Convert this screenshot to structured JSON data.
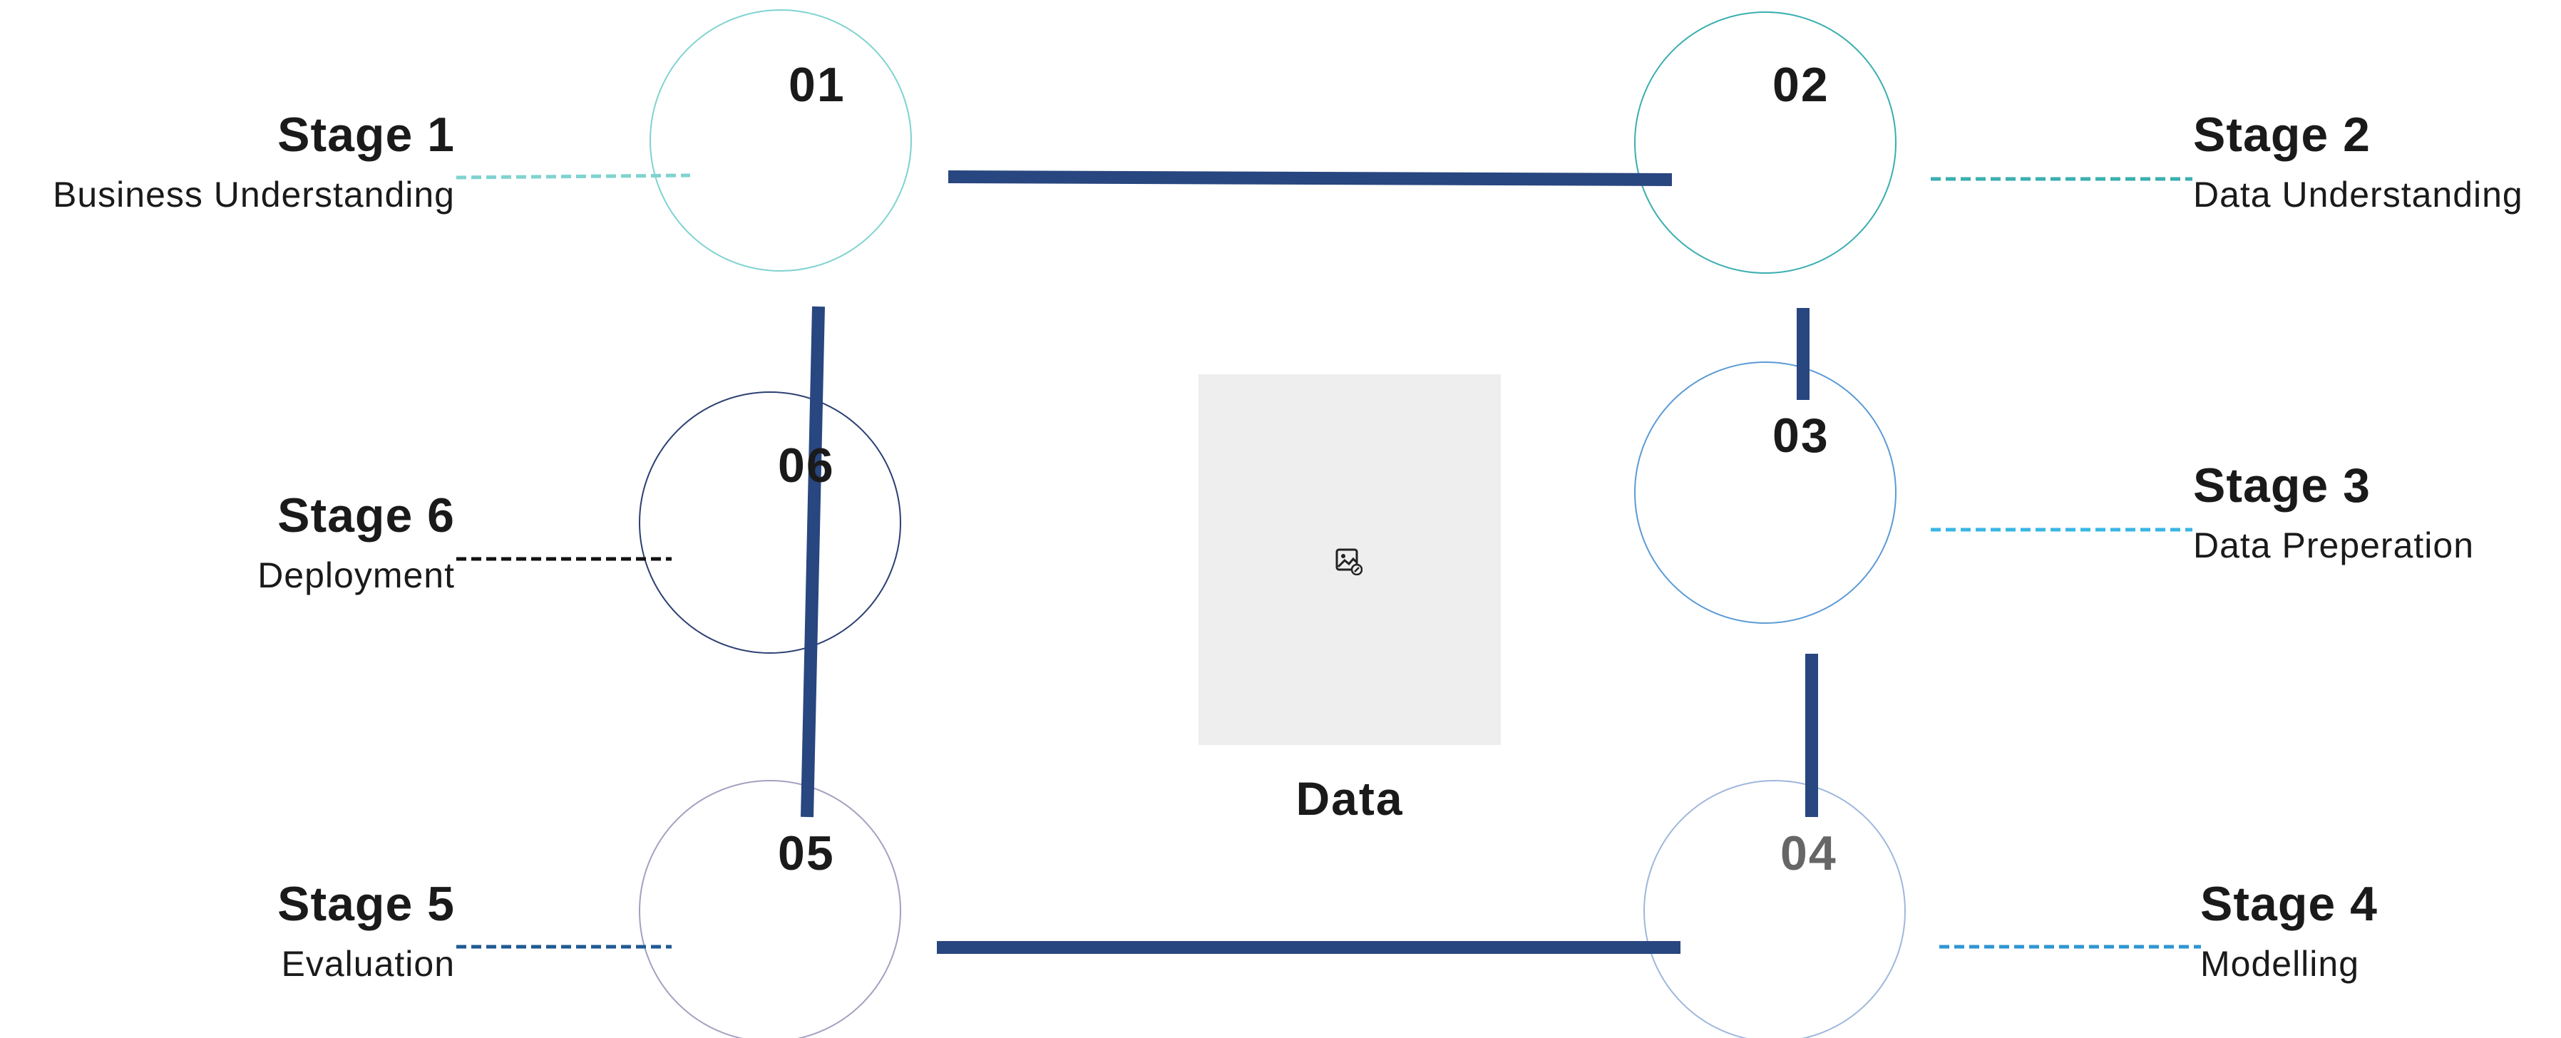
{
  "center": {
    "label": "Data",
    "image_icon": "image-placeholder-icon"
  },
  "stages": [
    {
      "number": "01",
      "title": "Stage 1",
      "subtitle": "Business Understanding",
      "ring_color": "#7fd3d0",
      "dash_color": "#7fd3d0",
      "number_color": "#1a1a1a"
    },
    {
      "number": "02",
      "title": "Stage 2",
      "subtitle": "Data Understanding",
      "ring_color": "#3aaeb0",
      "dash_color": "#3aaeb0",
      "number_color": "#1a1a1a"
    },
    {
      "number": "03",
      "title": "Stage 3",
      "subtitle": "Data Preperation",
      "ring_color": "#5b9bd5",
      "dash_color": "#39b6e4",
      "number_color": "#1a1a1a"
    },
    {
      "number": "04",
      "title": "Stage 4",
      "subtitle": "Modelling",
      "ring_color": "#9fb7dc",
      "dash_color": "#2f95d3",
      "number_color": "#666666"
    },
    {
      "number": "05",
      "title": "Stage 5",
      "subtitle": "Evaluation",
      "ring_color": "#a5a0c0",
      "dash_color": "#1f5a93",
      "number_color": "#1a1a1a"
    },
    {
      "number": "06",
      "title": "Stage 6",
      "subtitle": "Deployment",
      "ring_color": "#2c3f73",
      "dash_color": "#111111",
      "number_color": "#1a1a1a"
    }
  ],
  "connector_color": "#28467f"
}
